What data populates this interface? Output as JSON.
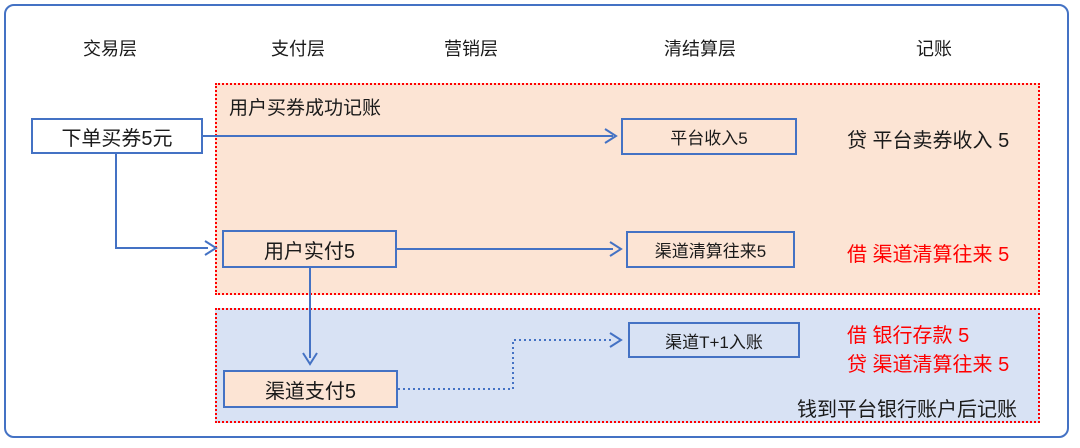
{
  "lanes": [
    {
      "label": "交易层"
    },
    {
      "label": "支付层"
    },
    {
      "label": "营销层"
    },
    {
      "label": "清结算层"
    },
    {
      "label": "记账"
    }
  ],
  "groups": {
    "purchase": {
      "label": "用户买券成功记账"
    },
    "settlement": {
      "label": "钱到平台银行账户后记账"
    }
  },
  "nodes": {
    "order": {
      "label": "下单买券5元"
    },
    "platform_income": {
      "label": "平台收入5"
    },
    "user_paid": {
      "label": "用户实付5"
    },
    "channel_clearing": {
      "label": "渠道清算往来5"
    },
    "channel_t1": {
      "label": "渠道T+1入账"
    },
    "channel_pay": {
      "label": "渠道支付5"
    }
  },
  "journal_entries": {
    "credit_platform_income": {
      "text": "贷 平台卖券收入 5",
      "color": "#1A1A1A"
    },
    "debit_channel_clearing": {
      "text": "借 渠道清算往来 5",
      "color": "#FF0000"
    },
    "debit_bank_deposit": {
      "text": "借 银行存款 5",
      "color": "#FF0000"
    },
    "credit_channel_clearing": {
      "text": "贷 渠道清算往来 5",
      "color": "#FF0000"
    }
  },
  "colors": {
    "accent_blue": "#4472C4",
    "region_peach_fill": "#FCE4D4",
    "region_blue_fill": "#D8E2F4",
    "dotted_border_red": "#FF0000",
    "entry_red": "#FF0000",
    "text_black": "#1A1A1A"
  }
}
